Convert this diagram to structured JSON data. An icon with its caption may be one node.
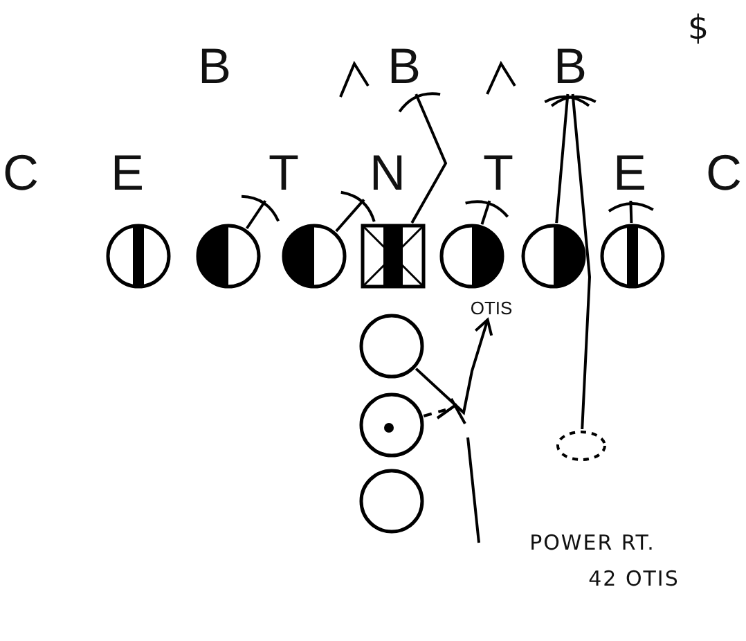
{
  "diagram": {
    "nodes": [
      {
        "text": [
          "B"
        ]
      },
      {
        "text": [
          "B"
        ]
      },
      {
        "text": [
          "B"
        ]
      },
      {
        "text": [
          "C"
        ]
      },
      {
        "text": [
          "E"
        ]
      },
      {
        "text": [
          "T"
        ]
      },
      {
        "text": [
          "N"
        ]
      },
      {
        "text": [
          "T"
        ]
      },
      {
        "text": [
          "E"
        ]
      },
      {
        "text": [
          "C"
        ]
      },
      {
        "text": [],
        "shape": "circle"
      },
      {
        "text": [],
        "shape": "circle"
      },
      {
        "text": [],
        "shape": "circle"
      },
      {
        "text": [],
        "shape": "box"
      },
      {
        "text": [],
        "shape": "circle"
      },
      {
        "text": [],
        "shape": "circle"
      },
      {
        "text": [],
        "shape": "circle"
      },
      {
        "text": [
          "OTIS"
        ]
      },
      {
        "text": [],
        "shape": "circle"
      },
      {
        "text": [],
        "shape": "circle"
      },
      {
        "text": [],
        "shape": "cloud"
      },
      {
        "text": [],
        "shape": "circle"
      }
    ],
    "edges": [
      {
        "from": 11,
        "to": 5,
        "arrow": "other"
      },
      {
        "from": 12,
        "to": 6,
        "arrow": "other"
      },
      {
        "from": 13,
        "to": 1,
        "arrow": "other"
      },
      {
        "from": 14,
        "to": 7,
        "arrow": "other"
      },
      {
        "from": 15,
        "to": 2,
        "arrow": "other"
      },
      {
        "from": 16,
        "to": 8,
        "arrow": "other"
      },
      {
        "from": 20,
        "to": 2,
        "arrow": "other"
      },
      {
        "from": 18,
        "to": 17,
        "arrow": "to"
      },
      {
        "from": 19,
        "to": null,
        "arrow": "none",
        "style": "dashed"
      }
    ],
    "labels": [
      "$",
      "POWER RT.",
      "42 OTIS"
    ]
  }
}
